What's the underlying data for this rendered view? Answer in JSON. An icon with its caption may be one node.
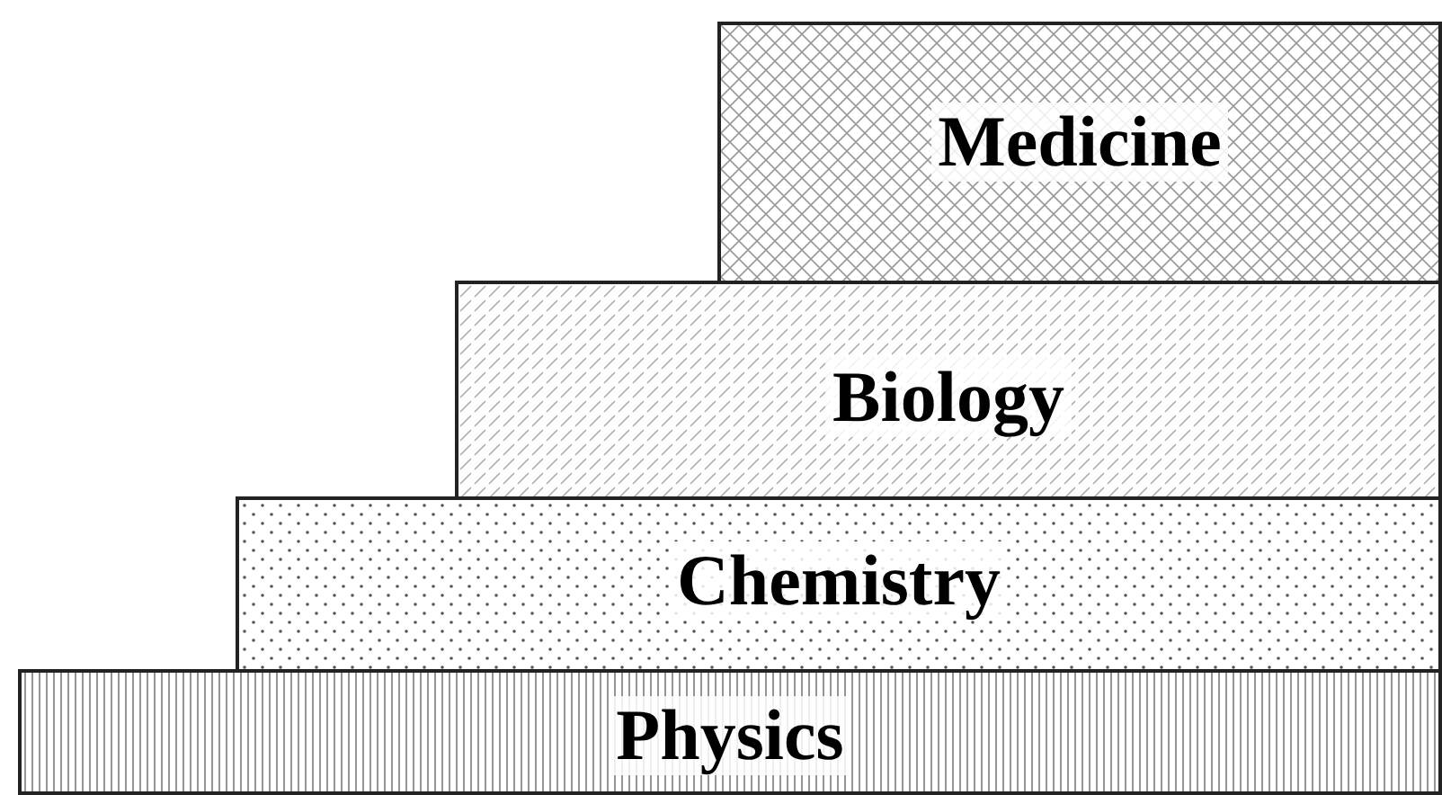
{
  "diagram": {
    "nodes": [
      {
        "text": [
          "Medicine"
        ]
      },
      {
        "text": [
          "Biology"
        ]
      },
      {
        "text": [
          "Chemistry"
        ]
      },
      {
        "text": [
          "Physics"
        ]
      }
    ]
  }
}
